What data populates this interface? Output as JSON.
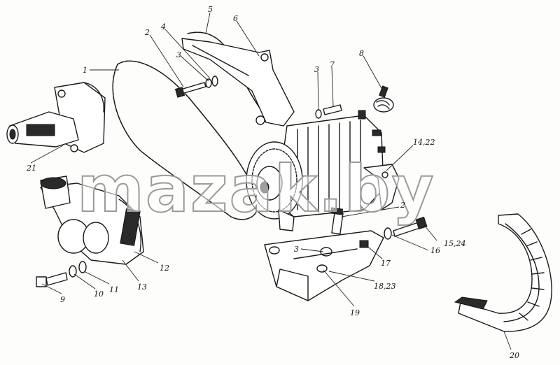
{
  "watermark": "mazak.by",
  "labels": {
    "l1": "1",
    "l2a": "2",
    "l3a": "3",
    "l4": "4",
    "l5": "5",
    "l6": "6",
    "l3b": "3",
    "l7": "7",
    "l8": "8",
    "l1422": "14,22",
    "l2b": "2",
    "l1524": "15,24",
    "l16": "16",
    "l17": "17",
    "l3c": "3",
    "l1823": "18,23",
    "l19": "19",
    "l21": "21",
    "l12": "12",
    "l13": "13",
    "l11": "11",
    "l10": "10",
    "l9": "9",
    "l20": "20"
  }
}
